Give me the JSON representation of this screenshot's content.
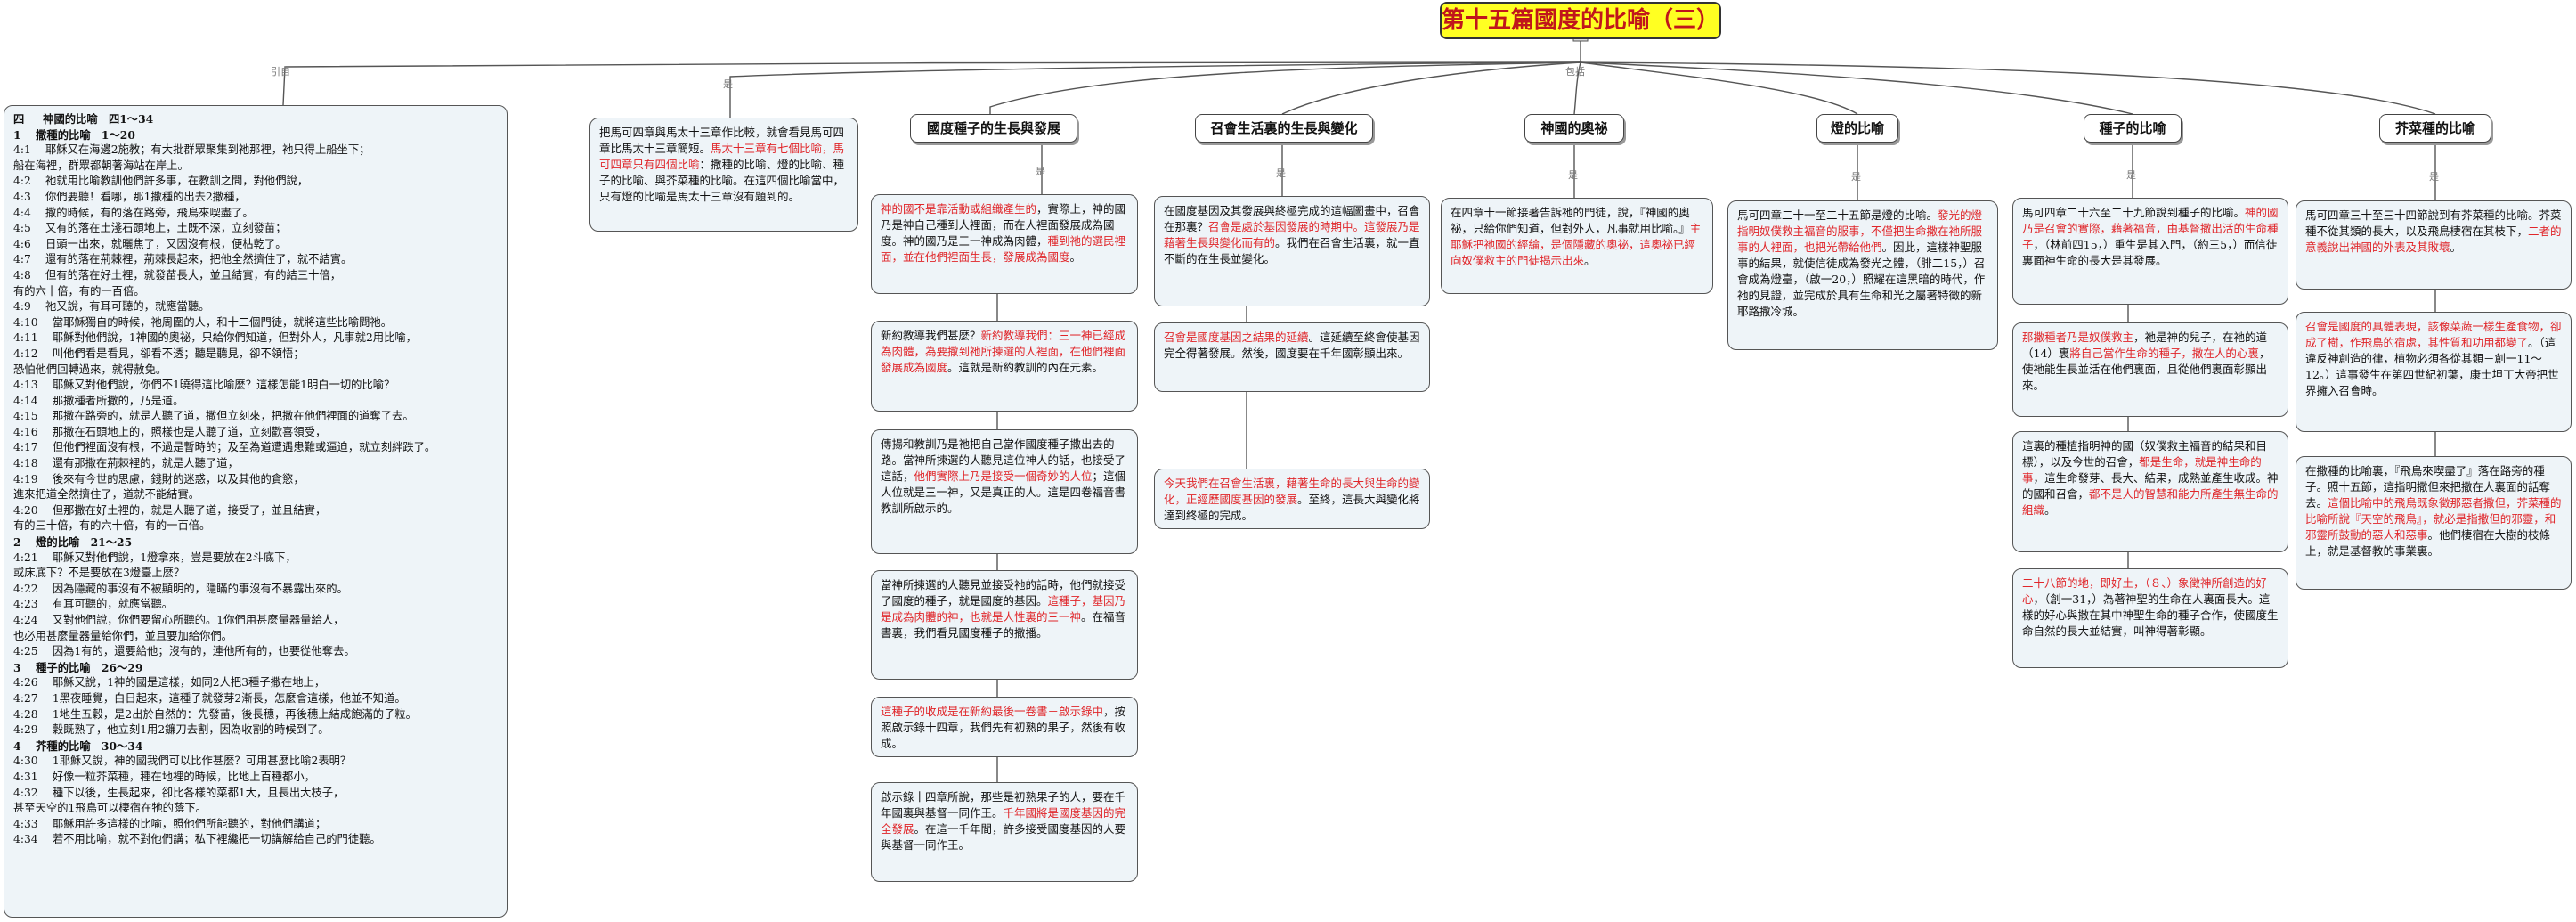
{
  "title": "第十五篇國度的比喻（三）",
  "labels": {
    "left": "引自",
    "mid": "是",
    "right": "包括",
    "is": "是"
  },
  "intro": {
    "lines": [
      {
        "t": "四　  神國的比喻　四1～34",
        "b": true
      },
      {
        "t": "1　 撒種的比喻　1～20",
        "b": true
      },
      {
        "t": "4:1　 耶穌又在海邊2施教；有大批群眾聚集到祂那裡，祂只得上船坐下；"
      },
      {
        "t": "船在海裡，群眾都朝著海站在岸上。"
      },
      {
        "t": "4:2　 祂就用比喻教訓他們許多事，在教訓之間，對他們說，"
      },
      {
        "t": "4:3　 你們要聽！看哪，那1撒種的出去2撒種，"
      },
      {
        "t": "4:4　 撒的時候，有的落在路旁，飛鳥來喫盡了。"
      },
      {
        "t": "4:5　 又有的落在土淺石頭地上，土既不深，立刻發苗；"
      },
      {
        "t": "4:6　 日頭一出來，就曬焦了，又因沒有根，便枯乾了。"
      },
      {
        "t": "4:7　 還有的落在荊棘裡，荊棘長起來，把他全然擠住了，就不結實。"
      },
      {
        "t": "4:8　 但有的落在好土裡，就發苗長大，並且結實，有的結三十倍，"
      },
      {
        "t": "有的六十倍，有的一百倍。"
      },
      {
        "t": "4:9　 祂又說，有耳可聽的，就應當聽。"
      },
      {
        "t": "4:10　 當耶穌獨自的時候，祂周圍的人，和十二個門徒，就將這些比喻問祂。"
      },
      {
        "t": "4:11　 耶穌對他們說，1神國的奧祕，只給你們知道，但對外人，凡事就2用比喻，"
      },
      {
        "t": "4:12　 叫他們看是看見，卻看不透；聽是聽見，卻不領悟；"
      },
      {
        "t": "恐怕他們回轉過來，就得赦免。"
      },
      {
        "t": "4:13　 耶穌又對他們說，你們不1曉得這比喻麼？這樣怎能1明白一切的比喻？"
      },
      {
        "t": "4:14　 那撒種者所撒的，乃是道。"
      },
      {
        "t": "4:15　 那撒在路旁的，就是人聽了道，撒但立刻來，把撒在他們裡面的道奪了去。"
      },
      {
        "t": "4:16　 那撒在石頭地上的，照樣也是人聽了道，立刻歡喜領受，"
      },
      {
        "t": "4:17　 但他們裡面沒有根，不過是暫時的；及至為道遭遇患難或逼迫，就立刻絆跌了。"
      },
      {
        "t": "4:18　 還有那撒在荊棘裡的，就是人聽了道，"
      },
      {
        "t": "4:19　 後來有今世的思慮，錢財的迷惑，以及其他的貪慾，"
      },
      {
        "t": "進來把道全然擠住了，道就不能結實。"
      },
      {
        "t": "4:20　 但那撒在好土裡的，就是人聽了道，接受了，並且結實，"
      },
      {
        "t": "有的三十倍，有的六十倍，有的一百倍。"
      },
      {
        "t": "2　 燈的比喻　21～25",
        "b": true
      },
      {
        "t": "4:21　 耶穌又對他們說，1燈拿來，豈是要放在2斗底下，"
      },
      {
        "t": "或床底下？不是要放在3燈臺上麼？"
      },
      {
        "t": "4:22　 因為隱藏的事沒有不被顯明的，隱瞞的事沒有不暴露出來的。"
      },
      {
        "t": "4:23　 有耳可聽的，就應當聽。"
      },
      {
        "t": "4:24　 又對他們說，你們要留心所聽的。1你們用甚麼量器量給人，"
      },
      {
        "t": "也必用甚麼量器量給你們，並且要加給你們。"
      },
      {
        "t": "4:25　 因為1有的，還要給他；沒有的，連他所有的，也要從他奪去。"
      },
      {
        "t": "3　 種子的比喻　26～29",
        "b": true
      },
      {
        "t": "4:26　 耶穌又說，1神的國是這樣，如同2人把3種子撒在地上，"
      },
      {
        "t": "4:27　 1黑夜睡覺，白日起來，這種子就發芽2漸長，怎麼會這樣，他並不知道。"
      },
      {
        "t": "4:28　 1地生五穀，是2出於自然的：先發苗，後長穗，再後穗上結成飽滿的子粒。"
      },
      {
        "t": "4:29　 穀既熟了，他立刻1用2鐮刀去割，因為收割的時候到了。"
      },
      {
        "t": "4　 芥種的比喻　30～34",
        "b": true
      },
      {
        "t": "4:30　 1耶穌又說，神的國我們可以比作甚麼？可用甚麼比喻2表明？"
      },
      {
        "t": "4:31　 好像一粒芥菜種，種在地裡的時候，比地上百種都小，"
      },
      {
        "t": "4:32　 種下以後，生長起來，卻比各樣的菜都1大，且長出大枝子，"
      },
      {
        "t": "甚至天空的1飛鳥可以棲宿在牠的蔭下。"
      },
      {
        "t": "4:33　 耶穌用許多這樣的比喻，照他們所能聽的，對他們講道；"
      },
      {
        "t": "4:34　 若不用比喻，就不對他們講；私下裡纔把一切講解給自己的門徒聽。"
      }
    ]
  },
  "compare": {
    "t1": "把馬可四章與馬太十三章作比較，就會看見馬可四章比馬太十三章簡短。",
    "t2": "馬太十三章有七個比喻，馬可四章只有四個比喻",
    "t3": "：撒種的比喻、燈的比喻、種子的比喻、與芥菜種的比喻。在這四個比喻當中，只有燈的比喻是馬太十三章沒有題到的。"
  },
  "columns": {
    "c1": {
      "header": "國度種子的生長與發展",
      "nodes": [
        {
          "segs": [
            {
              "r": true,
              "t": "神的國不是靠活動或組織產生的"
            },
            {
              "t": "，實際上，神的國乃是神自己種到人裡面，而在人裡面發展成為國度。神的國乃是三一神成為肉體，"
            },
            {
              "r": true,
              "t": "種到祂的選民裡面，並在他們裡面生長，發展成為國度"
            },
            {
              "t": "。"
            }
          ]
        },
        {
          "segs": [
            {
              "t": "新約教導我們甚麼？"
            },
            {
              "r": true,
              "t": "新約教導我們：三一神已經成為肉體，為要撒到祂所揀選的人裡面，在他們裡面發展成為國度"
            },
            {
              "t": "。這就是新約教訓的內在元素。"
            }
          ]
        },
        {
          "segs": [
            {
              "t": "傳揚和教訓乃是祂把自己當作國度種子撒出去的路。當神所揀選的人聽見這位神人的話，也接受了這話，"
            },
            {
              "r": true,
              "t": "他們實際上乃是接受一個奇妙的人位"
            },
            {
              "t": "；這個人位就是三一神，又是真正的人。這是四卷福音書教訓所啟示的。"
            }
          ]
        },
        {
          "segs": [
            {
              "t": "當神所揀選的人聽見並接受祂的話時，他們就接受了國度的種子，就是國度的基因。"
            },
            {
              "r": true,
              "t": "這種子，基因乃是成為肉體的神，也就是人性裏的三一神"
            },
            {
              "t": "。在福音書裏，我們看見國度種子的撒播。"
            }
          ]
        },
        {
          "segs": [
            {
              "r": true,
              "t": "這種子的收成是在新約最後一卷書－啟示錄中"
            },
            {
              "t": "，按照啟示錄十四章，我們先有初熟的果子，然後有收成。"
            }
          ]
        },
        {
          "segs": [
            {
              "t": "啟示錄十四章所說，那些是初熟果子的人，要在千年國裏與基督一同作王。"
            },
            {
              "r": true,
              "t": "千年國將是國度基因的完全發展"
            },
            {
              "t": "。在這一千年間，許多接受國度基因的人要與基督一同作王。"
            }
          ]
        }
      ]
    },
    "c2": {
      "header": "召會生活裏的生長與變化",
      "nodes": [
        {
          "segs": [
            {
              "t": "在國度基因及其發展與終極完成的這幅圖畫中，召會在那裏？"
            },
            {
              "r": true,
              "t": "召會是處於基因發展的時期中。這發展乃是藉著生長與變化而有的"
            },
            {
              "t": "。我們在召會生活裏，就一直不斷的在生長並變化。"
            }
          ]
        },
        {
          "segs": [
            {
              "r": true,
              "t": "召會是國度基因之結果的延續"
            },
            {
              "t": "。這延續至終會使基因完全得著發展。然後，國度要在千年國彰顯出來。"
            }
          ]
        },
        {
          "segs": [
            {
              "r": true,
              "t": "今天我們在召會生活裏，藉著生命的長大與生命的變化，正經歷國度基因的發展"
            },
            {
              "t": "。至終，這長大與變化將達到終極的完成。"
            }
          ]
        }
      ]
    },
    "c3": {
      "header": "神國的奧祕",
      "nodes": [
        {
          "segs": [
            {
              "t": "在四章十一節接著告訴祂的門徒，說，『神國的奧祕，只給你們知道，但對外人，凡事就用比喻。』"
            },
            {
              "r": true,
              "t": "主耶穌把祂國的經綸，是個隱藏的奧祕，這奧祕已經向奴僕救主的門徒揭示出來"
            },
            {
              "t": "。"
            }
          ]
        }
      ]
    },
    "c4": {
      "header": "燈的比喻",
      "nodes": [
        {
          "segs": [
            {
              "t": "馬可四章二十一至二十五節是燈的比喻。"
            },
            {
              "r": true,
              "t": "發光的燈指明奴僕救主福音的服事，不僅把生命撒在祂所服事的人裡面，也把光帶給他們"
            },
            {
              "t": "。因此，這樣神聖服事的結果，就使信徒成為發光之體，（腓二15，）召會成為燈臺，（啟一20，）照耀在這黑暗的時代，作祂的見證，並完成於具有生命和光之屬著特徵的新耶路撒冷城。"
            }
          ]
        }
      ]
    },
    "c5": {
      "header": "種子的比喻",
      "nodes": [
        {
          "segs": [
            {
              "t": "馬可四章二十六至二十九節說到種子的比喻。"
            },
            {
              "r": true,
              "t": "神的國乃是召會的實際，藉著福音，由基督撒出活的生命種子"
            },
            {
              "t": "，（林前四15，）重生是其入門，（約三5，）而信徒裏面神生命的長大是其發展。"
            }
          ]
        },
        {
          "segs": [
            {
              "r": true,
              "t": "那撒種者乃是奴僕救主"
            },
            {
              "t": "，祂是神的兒子，在祂的道（14）裏"
            },
            {
              "r": true,
              "t": "將自己當作生命的種子，撒在人的心裏"
            },
            {
              "t": "，使祂能生長並活在他們裏面，且從他們裏面彰顯出來。"
            }
          ]
        },
        {
          "segs": [
            {
              "t": "這裏的種植指明神的國（奴僕救主福音的結果和目標），以及今世的召會，"
            },
            {
              "r": true,
              "t": "都是生命，就是神生命的事"
            },
            {
              "t": "，這生命發芽、長大、結果，成熟並產生收成。神的國和召會，"
            },
            {
              "r": true,
              "t": "都不是人的智慧和能力所產生無生命的組織"
            },
            {
              "t": "。"
            }
          ]
        },
        {
          "segs": [
            {
              "r": true,
              "t": "二十八節的地，即好土，（８、）象徵神所創造的好心"
            },
            {
              "t": "，（創一31，）為著神聖的生命在人裏面長大。這樣的好心與撒在其中神聖生命的種子合作，使國度生命自然的長大並結實，叫神得著彰顯。"
            }
          ]
        }
      ]
    },
    "c6": {
      "header": "芥菜種的比喻",
      "nodes": [
        {
          "segs": [
            {
              "t": "馬可四章三十至三十四節說到有芥菜種的比喻。芥菜種不從其類的長大，以及飛鳥棲宿在其枝下，"
            },
            {
              "r": true,
              "t": "二者的意義說出神國的外表及其敗壞"
            },
            {
              "t": "。"
            }
          ]
        },
        {
          "segs": [
            {
              "r": true,
              "t": "召會是國度的具體表現，該像菜蔬一樣生產食物，卻成了樹，作飛鳥的宿處，其性質和功用都變了"
            },
            {
              "t": "。（這違反神創造的律，植物必須各從其類－創一11～12。）這事發生在第四世紀初葉，康士坦丁大帝把世界擁入召會時。"
            }
          ]
        },
        {
          "segs": [
            {
              "t": "在撒種的比喻裏，『飛鳥來喫盡了』落在路旁的種子。照十五節，這指明撒但來把撒在人裏面的話奪去。"
            },
            {
              "r": true,
              "t": "這個比喻中的飛鳥既象徵那惡者撒但，芥菜種的比喻所說『天空的飛鳥』，就必是指撒但的邪靈，和邪靈所鼓動的惡人和惡事"
            },
            {
              "t": "。他們棲宿在大樹的枝條上，就是基督教的事業裏。"
            }
          ]
        }
      ]
    }
  }
}
